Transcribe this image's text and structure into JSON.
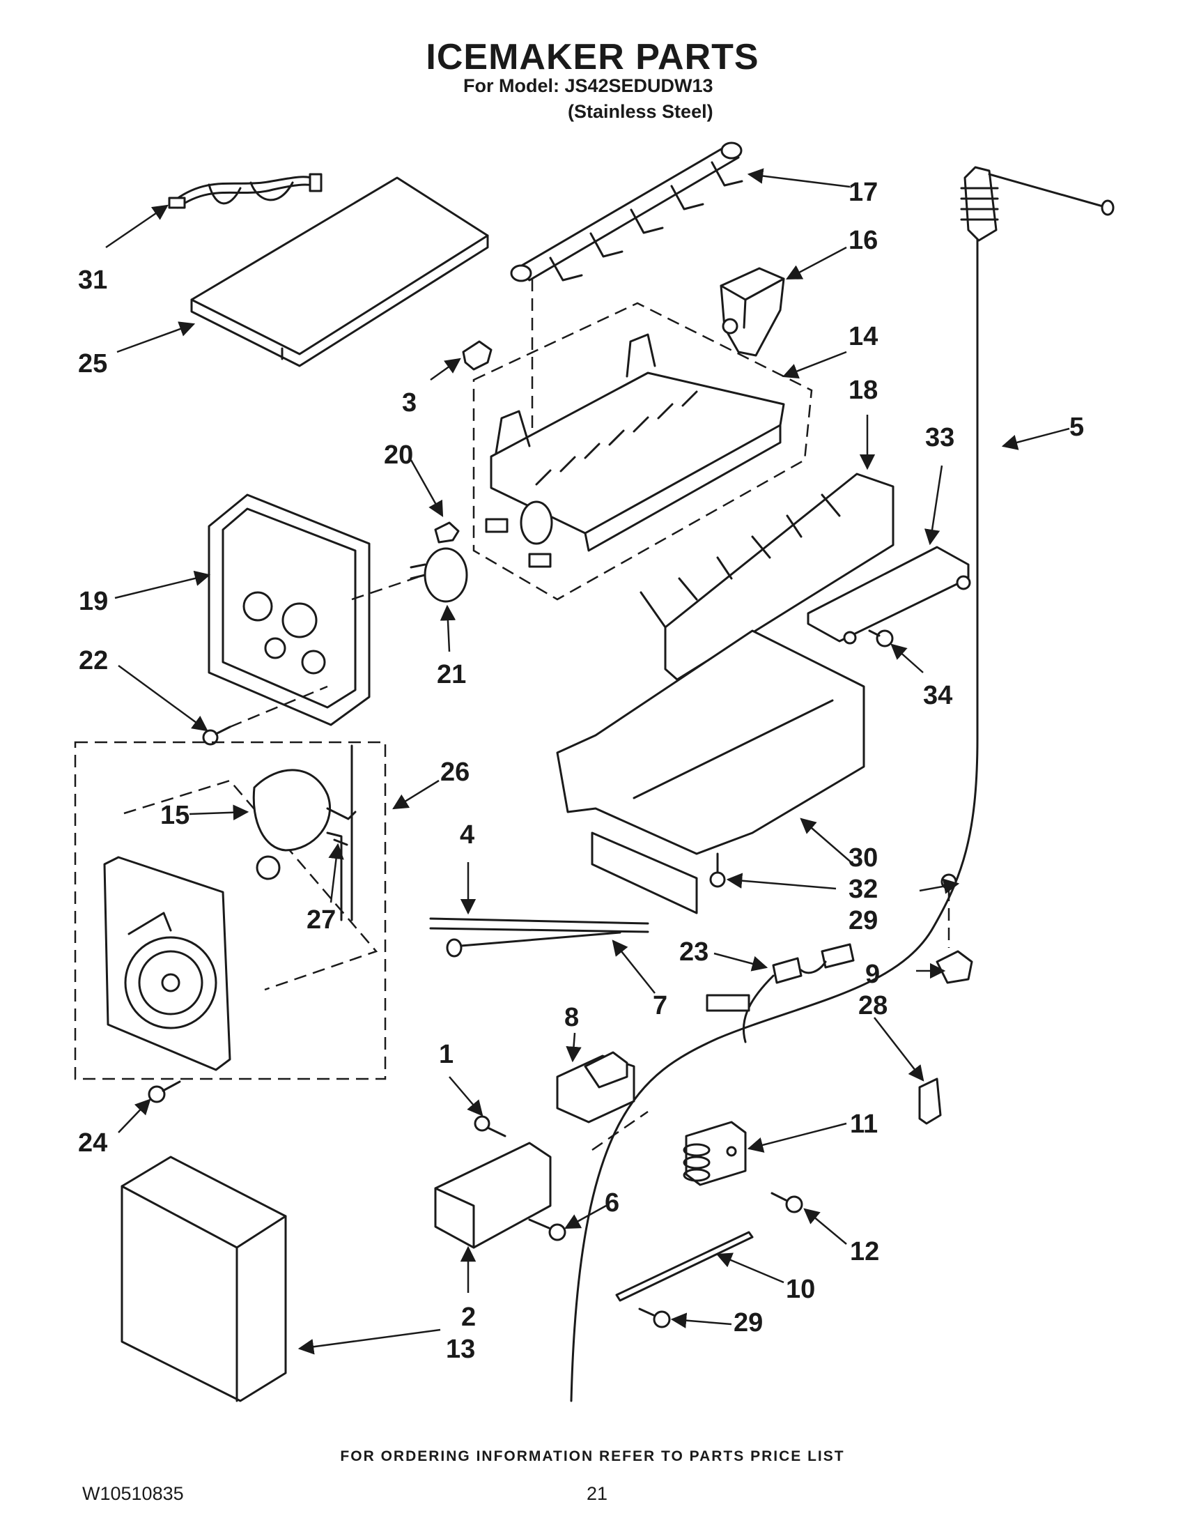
{
  "header": {
    "title": "ICEMAKER PARTS",
    "model_line": "For Model: JS42SEDUDW13",
    "finish_line": "(Stainless Steel)"
  },
  "footer": {
    "ordering_note": "FOR ORDERING INFORMATION REFER TO PARTS PRICE LIST",
    "doc_number": "W10510835",
    "page_number": "21"
  },
  "callouts": {
    "p1": "1",
    "p2": "2",
    "p3": "3",
    "p4": "4",
    "p5": "5",
    "p6": "6",
    "p7": "7",
    "p8": "8",
    "p9": "9",
    "p10": "10",
    "p11": "11",
    "p12": "12",
    "p13": "13",
    "p14": "14",
    "p15": "15",
    "p16": "16",
    "p17": "17",
    "p18": "18",
    "p19": "19",
    "p20": "20",
    "p21": "21",
    "p22": "22",
    "p23": "23",
    "p24": "24",
    "p25": "25",
    "p26": "26",
    "p27": "27",
    "p28": "28",
    "p29a": "29",
    "p29b": "29",
    "p30": "30",
    "p31": "31",
    "p32": "32",
    "p33": "33",
    "p34": "34"
  }
}
